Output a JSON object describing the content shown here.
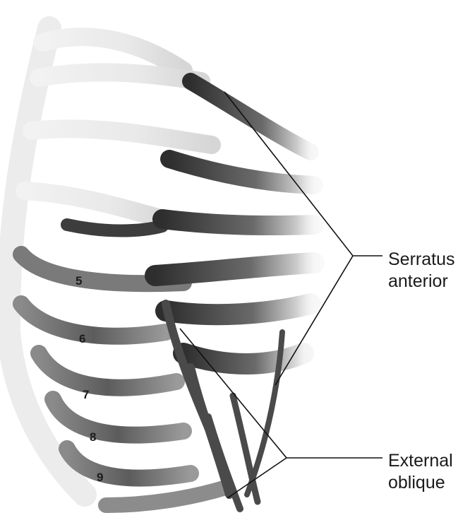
{
  "labels": {
    "serratus": {
      "line1": "Serratus",
      "line2": "anterior"
    },
    "oblique": {
      "line1": "External",
      "line2": "oblique"
    }
  },
  "rib_numbers": [
    "5",
    "6",
    "7",
    "8",
    "9"
  ],
  "colors": {
    "bone_light": "#e6e6e6",
    "bone_dark": "#6e6e6e",
    "muscle_dark": "#3a3a3a",
    "leader_line": "#111111"
  }
}
